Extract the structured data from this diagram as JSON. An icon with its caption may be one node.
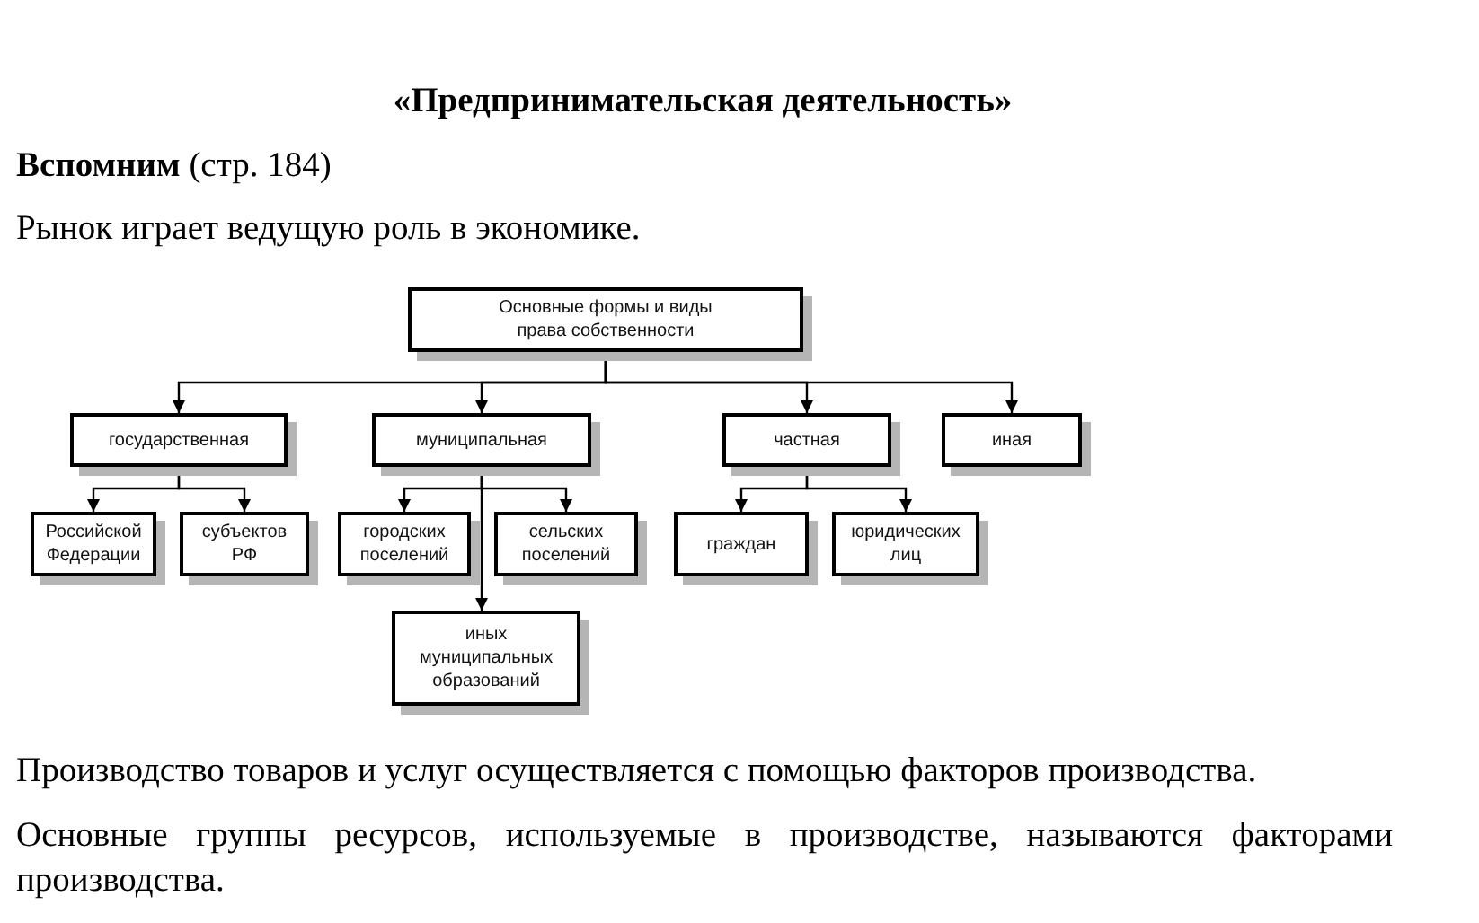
{
  "diagram": {
    "title": "«Предпринимательская деятельность»",
    "nodes": [
      {
        "text": [
          "Основные формы и виды права собственности"
        ]
      },
      {
        "text": [
          "государственная"
        ]
      },
      {
        "text": [
          "муниципальная"
        ]
      },
      {
        "text": [
          "частная"
        ]
      },
      {
        "text": [
          "иная"
        ]
      },
      {
        "text": [
          "Российской Федерации"
        ]
      },
      {
        "text": [
          "субъектов РФ"
        ]
      },
      {
        "text": [
          "городских поселений"
        ]
      },
      {
        "text": [
          "сельских поселений"
        ]
      },
      {
        "text": [
          "граждан"
        ]
      },
      {
        "text": [
          "юридических лиц"
        ]
      },
      {
        "text": [
          "иных муниципальных образований"
        ]
      }
    ],
    "edges": [
      {
        "from": 0,
        "to": 1,
        "arrow": "to"
      },
      {
        "from": 0,
        "to": 2,
        "arrow": "to"
      },
      {
        "from": 0,
        "to": 3,
        "arrow": "to"
      },
      {
        "from": 0,
        "to": 4,
        "arrow": "to"
      },
      {
        "from": 1,
        "to": 5,
        "arrow": "to"
      },
      {
        "from": 1,
        "to": 6,
        "arrow": "to"
      },
      {
        "from": 2,
        "to": 7,
        "arrow": "to"
      },
      {
        "from": 2,
        "to": 8,
        "arrow": "to"
      },
      {
        "from": 2,
        "to": 11,
        "arrow": "to"
      },
      {
        "from": 3,
        "to": 9,
        "arrow": "to"
      },
      {
        "from": 3,
        "to": 10,
        "arrow": "to"
      }
    ],
    "labels": [
      "**Вспомним** (стр. 184)",
      "Рынок играет ведущую роль в экономике.",
      "Производство товаров и услуг осуществляется с помощью факторов производства.",
      "Основные группы ресурсов, используемые в производстве, называются факторами производства."
    ]
  }
}
